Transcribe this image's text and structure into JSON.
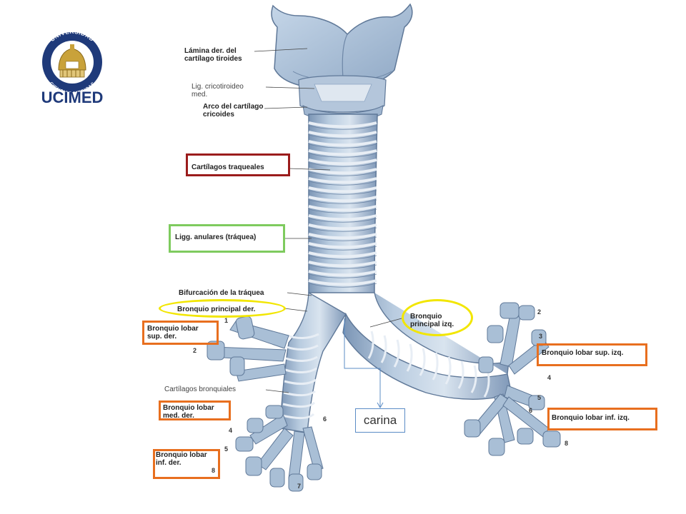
{
  "logo": {
    "arc_top": "UNIVERSIDAD",
    "arc_bottom": "CIENCIAS MEDICAS",
    "name": "UCIMED",
    "colors": {
      "navy": "#1f3a7a",
      "gold": "#c9a23a"
    }
  },
  "labels": {
    "lamina": "Lámina der. del\ncartílago tiroides",
    "lig_crico": "Lig. cricotiroideo\nmed.",
    "arco": "Arco del cartílago\ncricoides",
    "cart_traq": "Cartílagos traqueales",
    "ligg_anul": "Ligg. anulares (tráquea)",
    "bifurc": "Bifurcación de la tráquea",
    "bronq_pr_der": "Bronquio  principal der.",
    "bronq_lob_sup_der": "Bronquio lobar\nsup. der.",
    "cart_bronq": "Cartílagos bronquiales",
    "bronq_lob_med_der": "Bronquio lobar\nmed. der.",
    "bronq_lob_inf_der": "Bronquio lobar\ninf. der.",
    "bronq_pr_izq": "Bronquio\nprincipal izq.",
    "bronq_lob_sup_izq": "Bronquio lobar sup. izq.",
    "bronq_lob_inf_izq": "Bronquio lobar inf. izq.",
    "carina": "carina"
  },
  "numbers": {
    "n1": "1",
    "n2l": "2",
    "n4l": "4",
    "n5l": "5",
    "n6l": "6",
    "n7": "7",
    "n8l": "8",
    "n2r": "2",
    "n3r": "3",
    "n4r": "4",
    "n5r": "5",
    "n6r": "6",
    "n8r": "8"
  },
  "box_colors": {
    "dark_red": "#9b1c1c",
    "green": "#7ecb5e",
    "orange": "#e86f1f",
    "yellow": "#f2e600",
    "callout_blue": "#5b8cc6"
  }
}
